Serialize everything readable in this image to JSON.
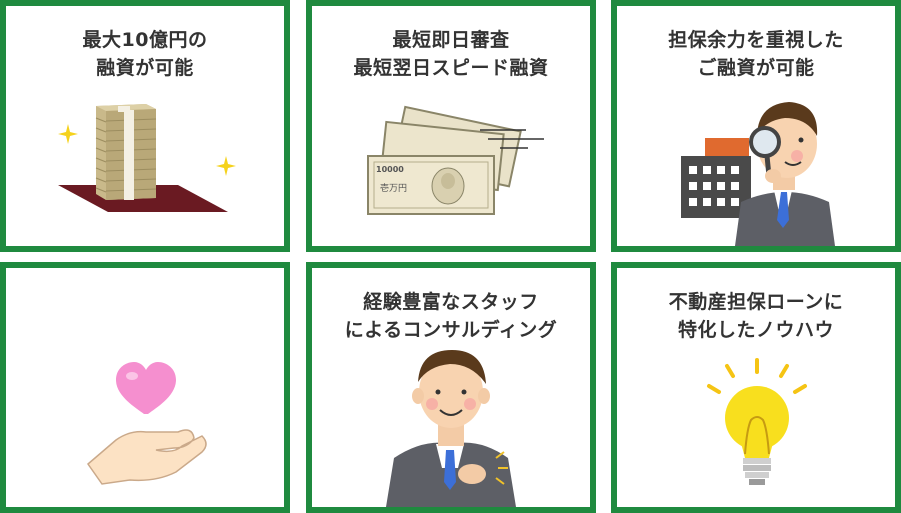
{
  "cards": [
    {
      "line1": "最大10億円の",
      "line2": "融資が可能",
      "icon": "money-stack-icon"
    },
    {
      "line1": "最短即日審査",
      "line2": "最短翌日スピード融資",
      "icon": "banknotes-icon"
    },
    {
      "line1": "担保余力を重視した",
      "line2": "ご融資が可能",
      "icon": "inspector-icon"
    },
    {
      "line1": "",
      "line2": "",
      "icon": "heart-hand-icon"
    },
    {
      "line1": "経験豊富なスタッフ",
      "line2": "によるコンサルディング",
      "icon": "staff-icon"
    },
    {
      "line1": "不動産担保ローンに",
      "line2": "特化したノウハウ",
      "icon": "lightbulb-icon"
    }
  ],
  "banknote": {
    "denomination": "10000",
    "serial": "壱万円"
  },
  "colors": {
    "border": "#1f8a3f",
    "text": "#333333"
  }
}
